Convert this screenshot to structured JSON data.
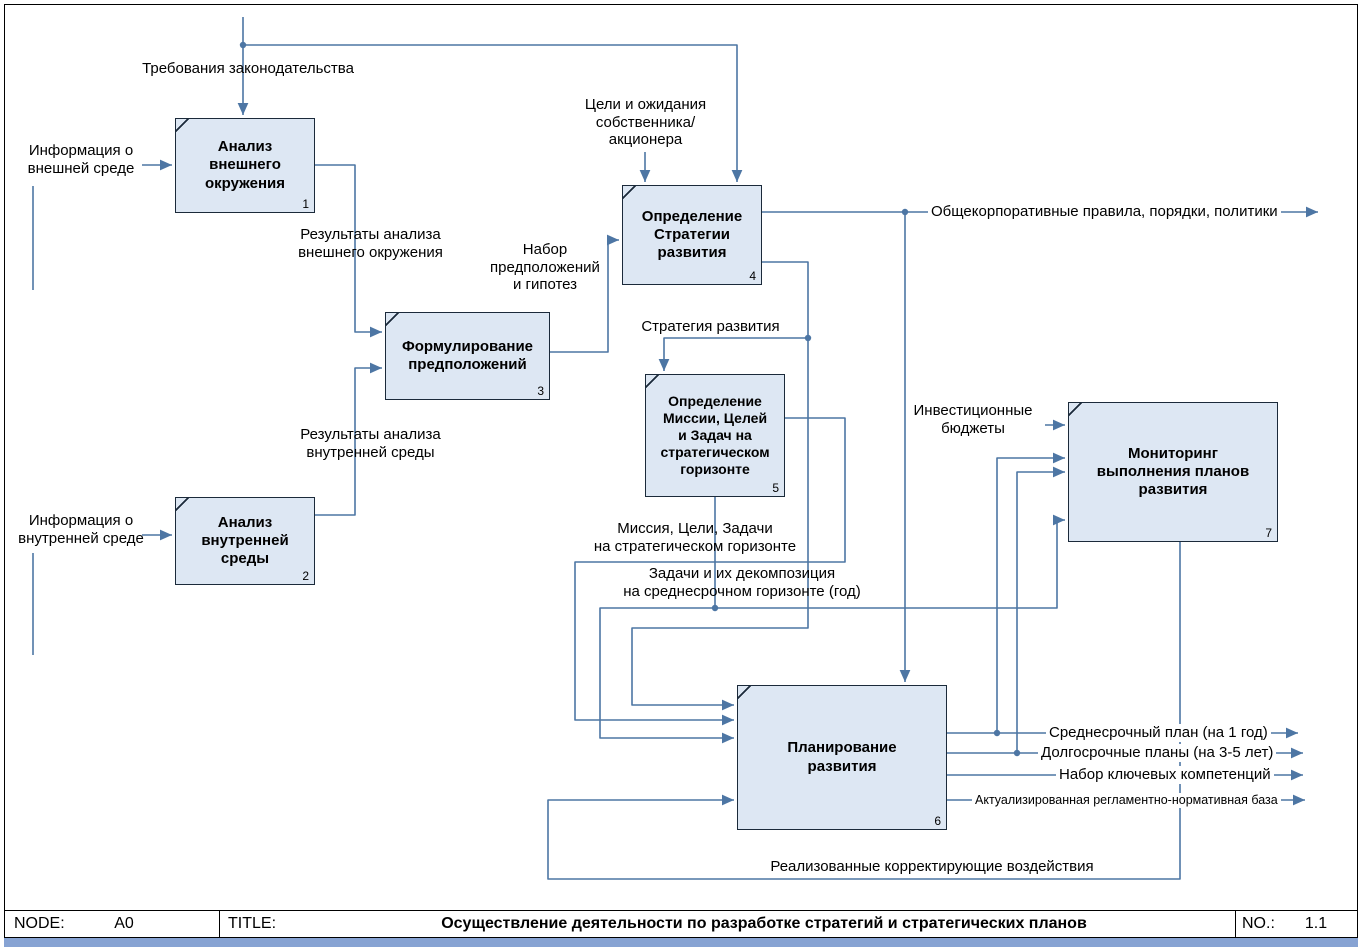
{
  "diagram": {
    "boxes": [
      {
        "title": "Анализ\nвнешнего\nокружения",
        "number": "1"
      },
      {
        "title": "Анализ\nвнутренней\nсреды",
        "number": "2"
      },
      {
        "title": "Формулирование\nпредположений",
        "number": "3"
      },
      {
        "title": "Определение\nСтратегии\nразвития",
        "number": "4"
      },
      {
        "title": "Определение\nМиссии, Целей\nи Задач на\nстратегическом\nгоризонте",
        "number": "5"
      },
      {
        "title": "Планирование\nразвития",
        "number": "6"
      },
      {
        "title": "Мониторинг\nвыполнения планов\nразвития",
        "number": "7"
      }
    ],
    "labels": {
      "law": "Требования законодательства",
      "ext_info": "Информация о\nвнешней среде",
      "ext_results": "Результаты анализа\nвнешнего окружения",
      "int_results": "Результаты анализа\nвнутренней среды",
      "int_info": "Информация о\nвнутренней среде",
      "owner_goals": "Цели и ожидания\nсобственника/\nакционера",
      "assumptions": "Набор\nпредположений\nи гипотез",
      "corp_rules": "Общекорпоративные правила, порядки, политики",
      "strategy": "Стратегия развития",
      "mission": "Миссия, Цели, Задачи\nна стратегическом горизонте",
      "tasks": "Задачи и их декомпозиция\nна среднесрочном горизонте (год)",
      "invest": "Инвестиционные\nбюджеты",
      "midterm": "Среднесрочный план (на 1 год)",
      "longterm": "Долгосрочные планы (на 3-5 лет)",
      "competencies": "Набор ключевых компетенций",
      "regbase": "Актуализированная регламентно-нормативная база",
      "corrective": "Реализованные корректирующие воздействия"
    },
    "footer": {
      "node_label": "NODE:",
      "node_value": "A0",
      "title_label": "TITLE:",
      "title_value": "Осуществление деятельности по разработке стратегий и стратегических планов",
      "no_label": "NO.:",
      "no_value": "1.1"
    },
    "colors": {
      "line": "#4d76a4",
      "box_fill": "#dde7f3",
      "box_border": "#1b2a3a",
      "footer_band": "#87a3d3"
    }
  }
}
